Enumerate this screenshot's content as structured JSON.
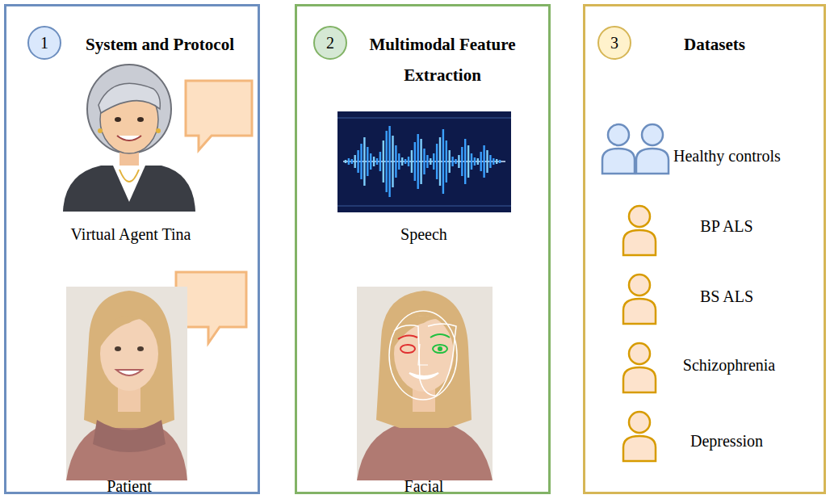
{
  "diagram": {
    "nodes": [
      {
        "text": [
          "System and Protocol"
        ]
      },
      {
        "text": [
          "1"
        ],
        "in": 0
      },
      {
        "text": [
          "Multimodal Feature Extraction"
        ]
      },
      {
        "text": [
          "2"
        ],
        "in": 2
      },
      {
        "text": [
          "Datasets"
        ]
      },
      {
        "text": [
          "3"
        ],
        "in": 4
      }
    ],
    "labels": [
      "Virtual Agent Tina",
      "Patient",
      "Speech",
      "Facial",
      "Healthy controls",
      "BP ALS",
      "BS ALS",
      "Schizophrenia",
      "Depression"
    ]
  }
}
